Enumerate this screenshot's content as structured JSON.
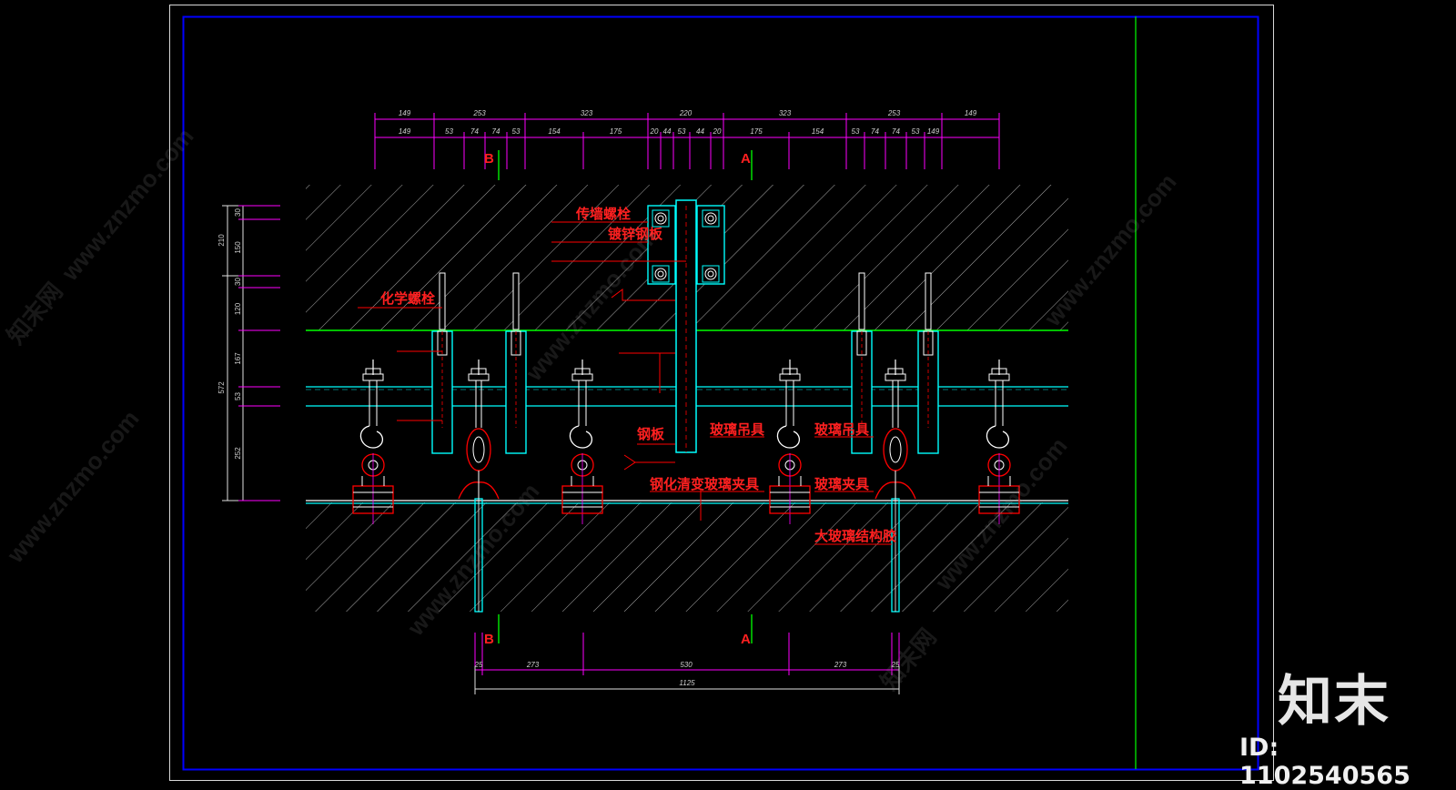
{
  "drawing": {
    "top_dims_row1": [
      "149",
      "253",
      "323",
      "220",
      "323",
      "253",
      "149"
    ],
    "top_dims_row2": [
      "149",
      "53",
      "74",
      "74",
      "53",
      "154",
      "175",
      "20",
      "44",
      "53",
      "44",
      "20",
      "175",
      "154",
      "53",
      "74",
      "74",
      "53",
      "149"
    ],
    "left_dims_outer": [
      "210",
      "572"
    ],
    "left_dims_inner": [
      "30",
      "150",
      "30",
      "120",
      "167",
      "53",
      "252"
    ],
    "bottom_dims_row1": [
      "25",
      "273",
      "530",
      "273",
      "25"
    ],
    "bottom_total": "1125",
    "section_marks": [
      "B",
      "A",
      "B",
      "A"
    ],
    "labels": {
      "anchor_bolt": "传墙螺栓",
      "galvanized_plate": "镀锌钢板",
      "chemical_bolt": "化学螺栓",
      "steel_plate": "钢板",
      "glass_hanger_1": "玻璃吊具",
      "glass_hanger_2": "玻璃吊具",
      "tempered_glass_clamp": "钢化清变玻璃夹具",
      "glass_clamp": "玻璃夹具",
      "structural_sealant": "大玻璃结构胶"
    }
  },
  "watermark": {
    "brand_text": "知末",
    "id_text": "ID: 1102540565",
    "site": "www.znzmo.com",
    "site_cn": "知末网"
  },
  "colors": {
    "background": "#000000",
    "frame": "#0000ff",
    "dimension": "#ff00ff",
    "steel": "#00ffff",
    "annotation": "#ff0000",
    "ceiling_line": "#00ff00",
    "hatch": "#c8c8c8"
  }
}
